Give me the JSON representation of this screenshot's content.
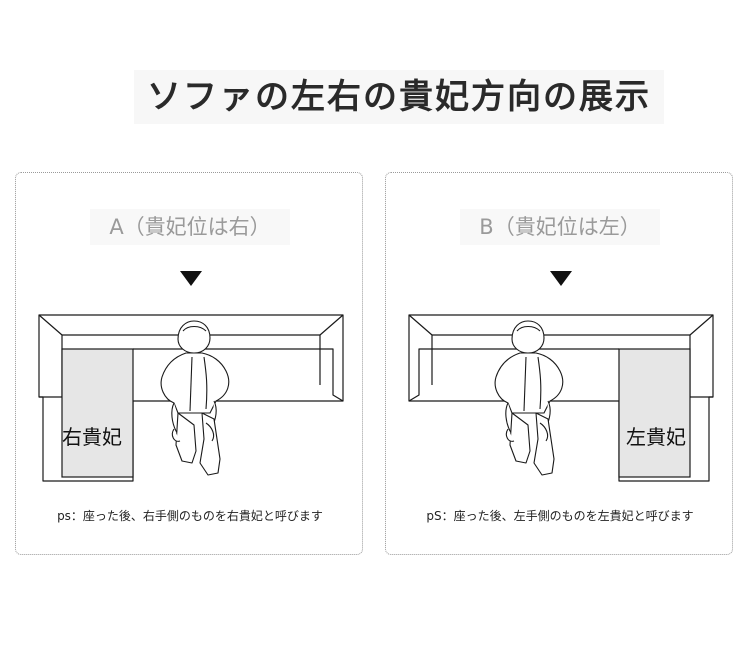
{
  "title": "ソファの左右の貴妃方向の展示",
  "panels": [
    {
      "heading": "A（貴妃位は右）",
      "chaise_label": "右貴妃",
      "note": "ps：座った後、右手側のものを右貴妃と呼びます"
    },
    {
      "heading": "B（貴妃位は左）",
      "chaise_label": "左貴妃",
      "note": "pS：座った後、左手側のものを左貴妃と呼びます"
    }
  ],
  "colors": {
    "chaise_fill": "#e6e6e6",
    "line": "#1a1a1a",
    "heading_text": "#9a9a9a"
  },
  "icons": {
    "arrow": "down-triangle",
    "person": "seated-person-top-view"
  }
}
